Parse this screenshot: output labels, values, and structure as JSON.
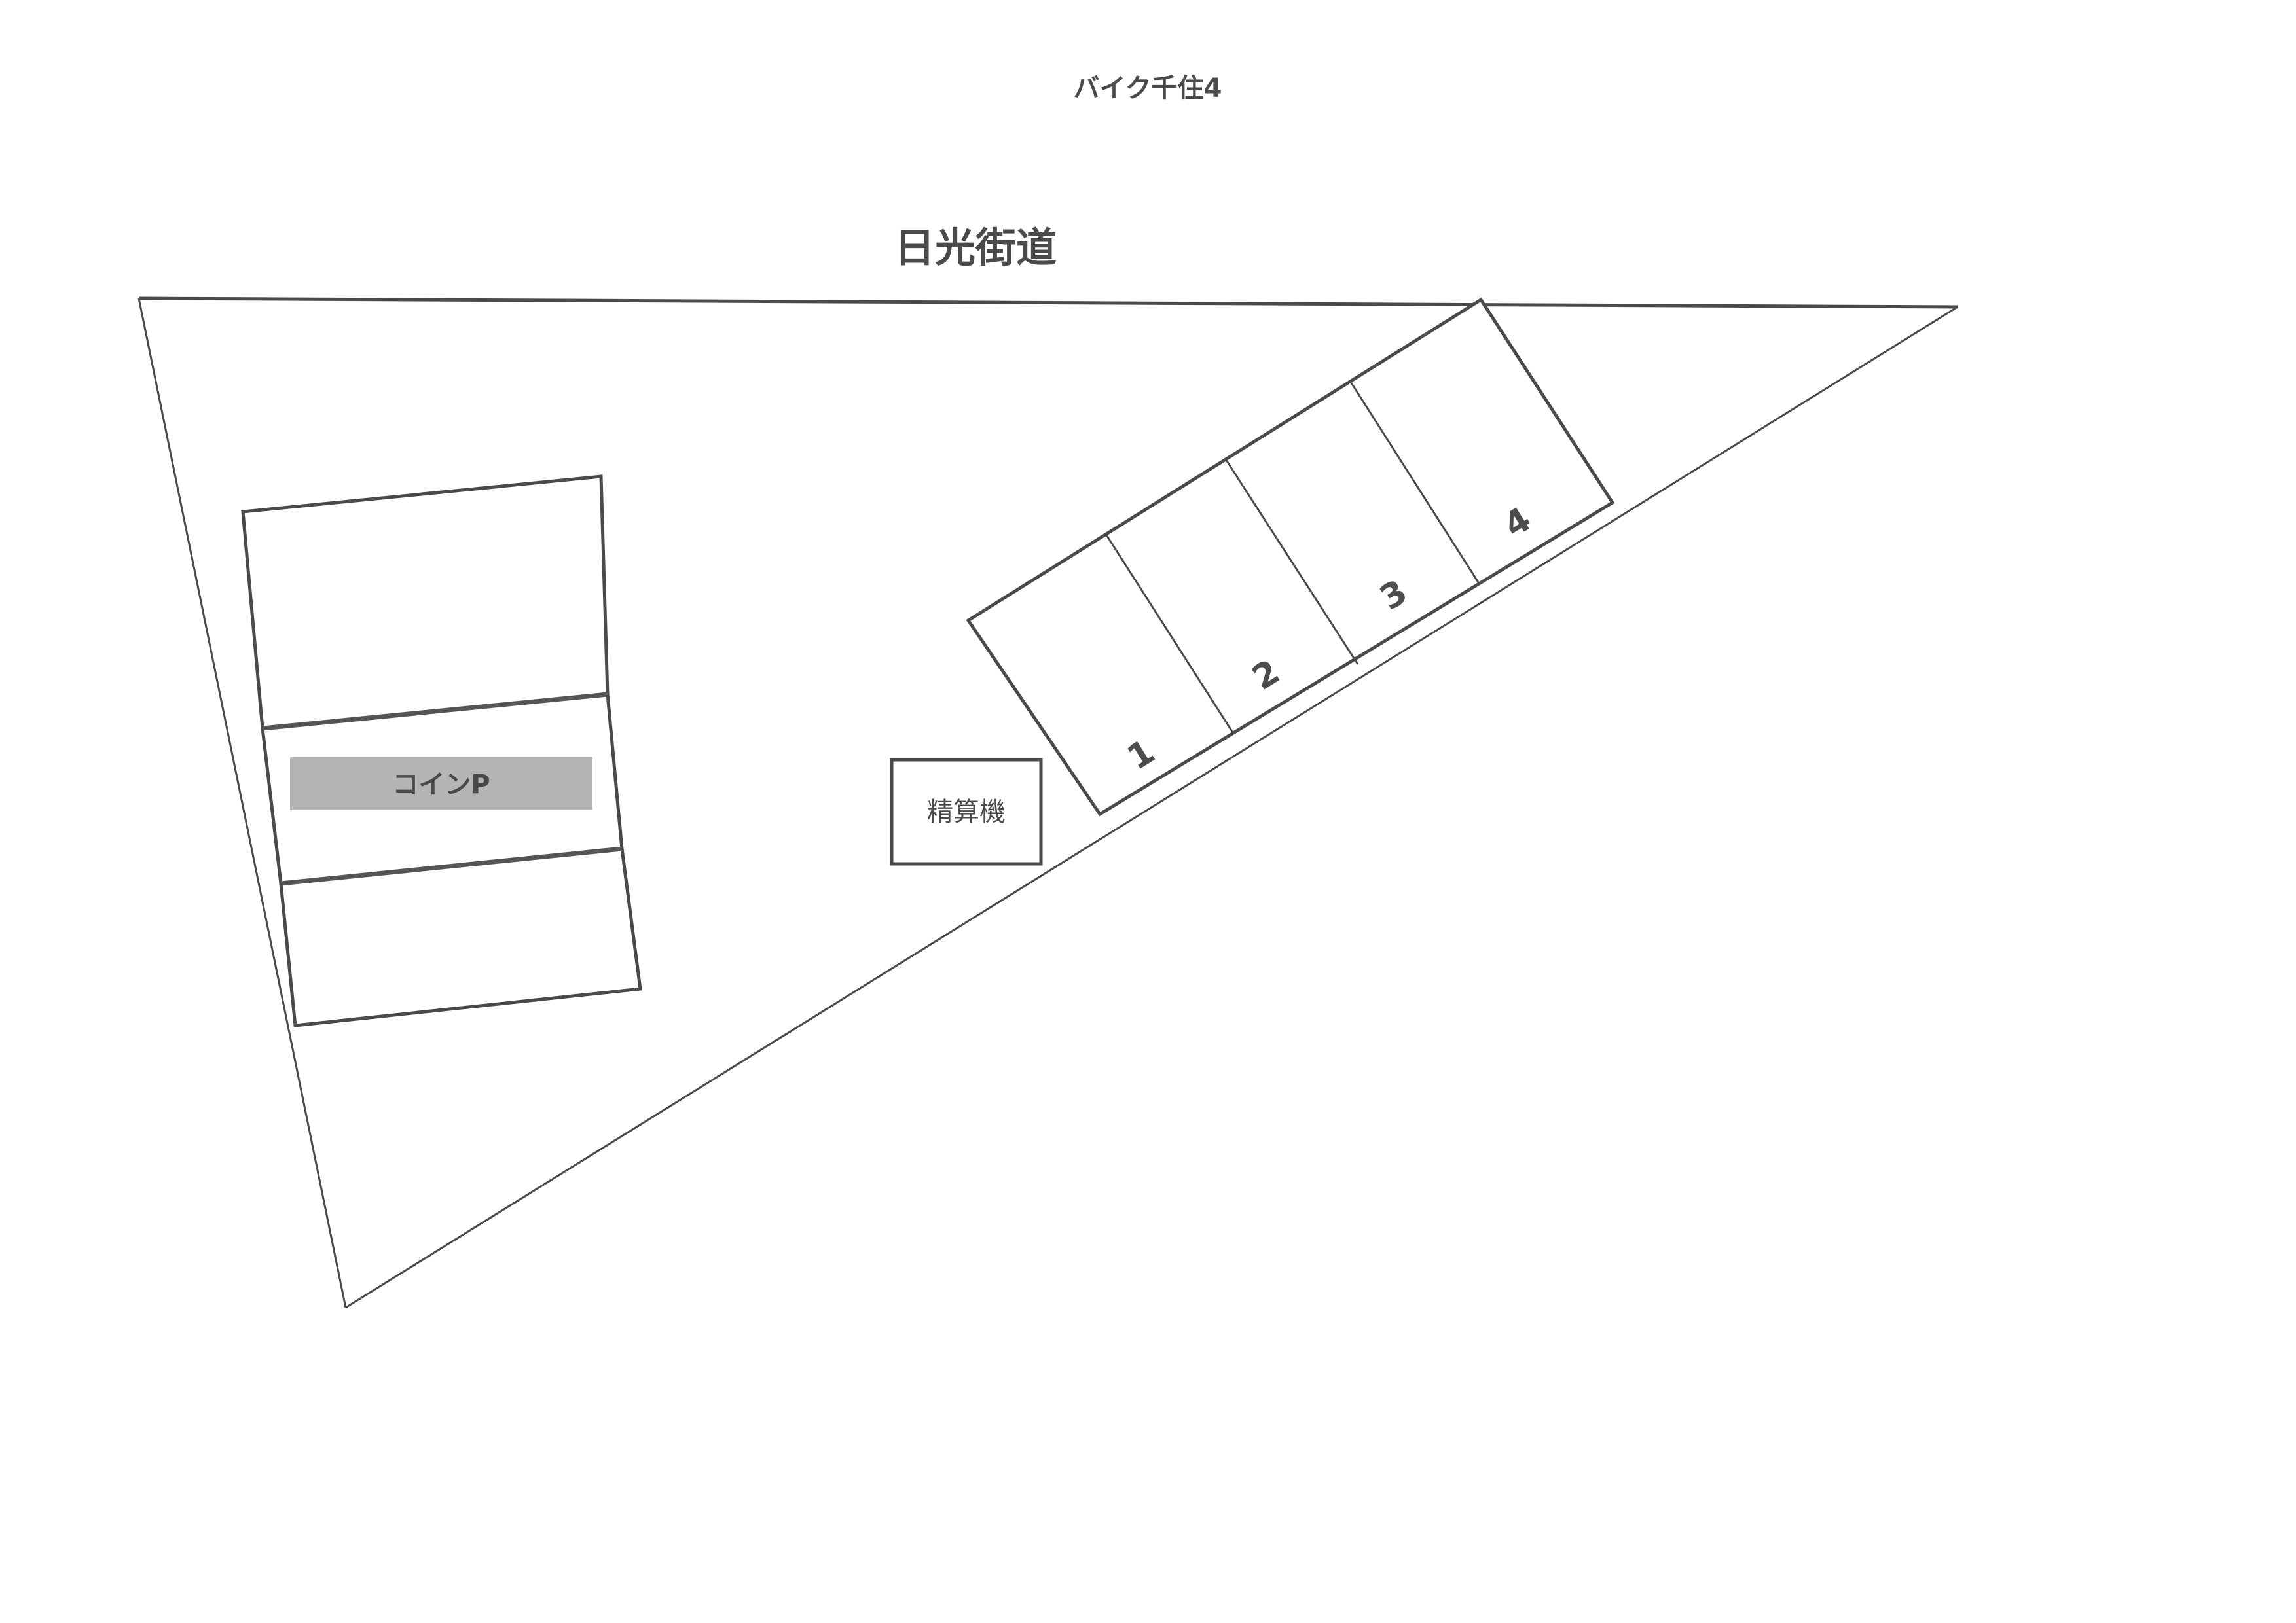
{
  "page": {
    "title": "バイク千住4",
    "background": "#ffffff",
    "line_color": "#4a4a4a"
  },
  "road": {
    "label": "日光街道"
  },
  "lot": {
    "outline": "triangle"
  },
  "coin_parking": {
    "label": "コインP",
    "label_bg": "#b5b5b5",
    "car_spaces": 3
  },
  "pay_machine": {
    "label": "精算機"
  },
  "bike_spaces": [
    {
      "number": "1"
    },
    {
      "number": "2"
    },
    {
      "number": "3"
    },
    {
      "number": "4"
    }
  ]
}
